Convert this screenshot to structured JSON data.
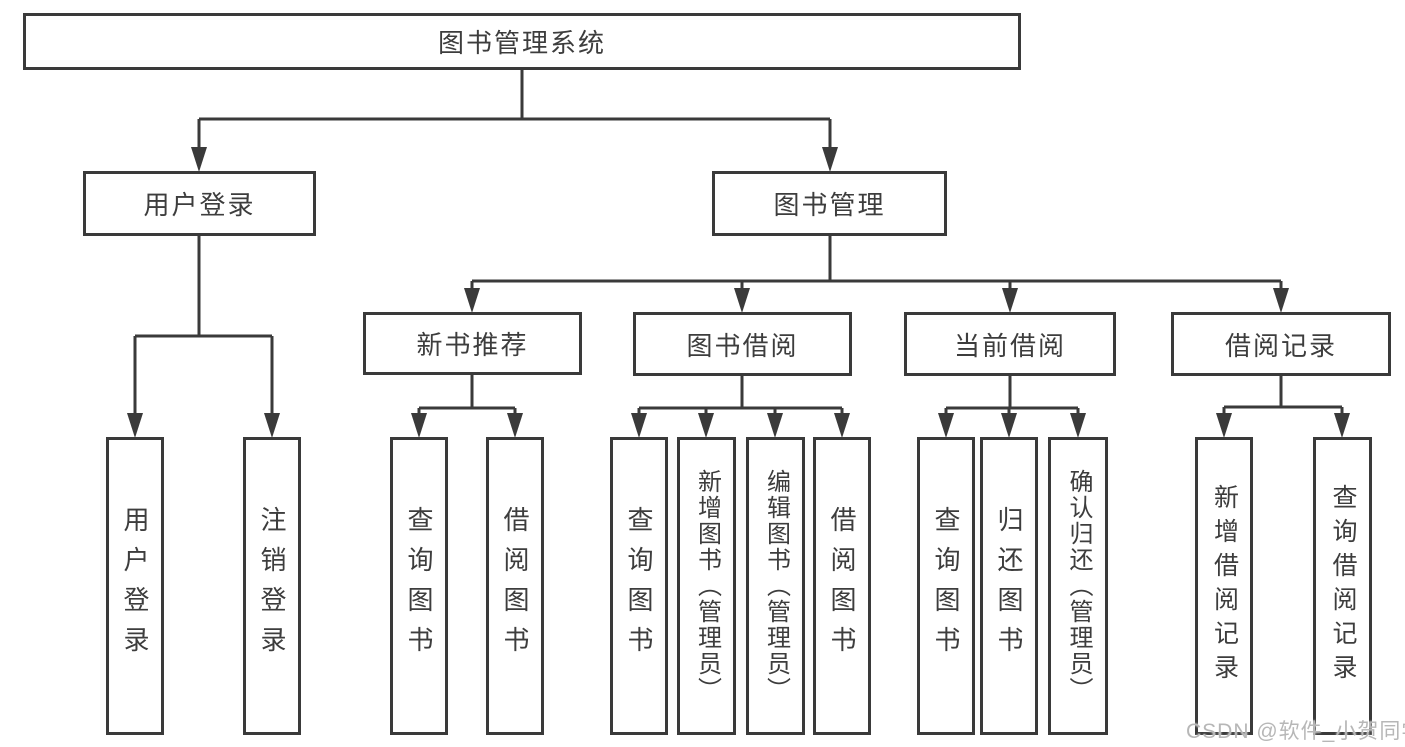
{
  "watermark": {
    "text": "CSDN @软件_小贺同学"
  },
  "tree": {
    "root": {
      "label": "图书管理系统",
      "children": [
        {
          "label": "用户登录",
          "children": [
            {
              "label": "用户登录"
            },
            {
              "label": "注销登录"
            }
          ]
        },
        {
          "label": "图书管理",
          "children": [
            {
              "label": "新书推荐",
              "children": [
                {
                  "label": "查询图书"
                },
                {
                  "label": "借阅图书"
                }
              ]
            },
            {
              "label": "图书借阅",
              "children": [
                {
                  "label": "查询图书"
                },
                {
                  "label": "新增图书（管理员）"
                },
                {
                  "label": "编辑图书（管理员）"
                },
                {
                  "label": "借阅图书"
                }
              ]
            },
            {
              "label": "当前借阅",
              "children": [
                {
                  "label": "查询图书"
                },
                {
                  "label": "归还图书"
                },
                {
                  "label": "确认归还（管理员）"
                }
              ]
            },
            {
              "label": "借阅记录",
              "children": [
                {
                  "label": "新增借阅记录"
                },
                {
                  "label": "查询借阅记录"
                }
              ]
            }
          ]
        }
      ]
    }
  }
}
